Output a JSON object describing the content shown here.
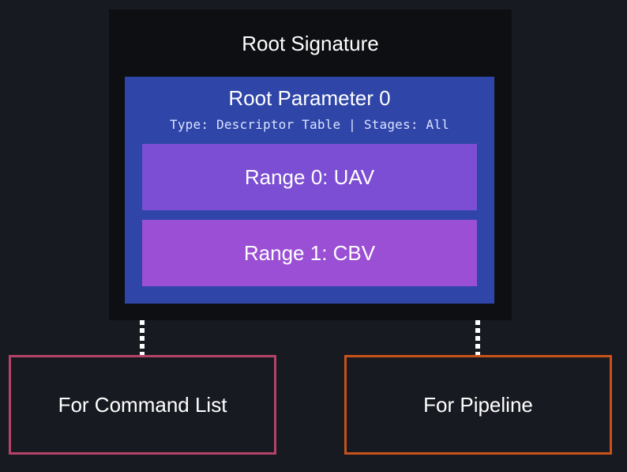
{
  "root_signature": {
    "title": "Root Signature",
    "background_color": "#0e0f12"
  },
  "root_parameter": {
    "title": "Root Parameter 0",
    "subtitle": "Type: Descriptor Table | Stages: All",
    "background_color": "#2f45a8",
    "ranges": [
      {
        "label": "Range 0: UAV",
        "color": "#7b4ed4"
      },
      {
        "label": "Range 1: CBV",
        "color": "#9a4fd5"
      }
    ]
  },
  "targets": [
    {
      "label": "For Command List",
      "border_color": "#b54367"
    },
    {
      "label": "For Pipeline",
      "border_color": "#c8521b"
    }
  ],
  "page_background": "#171a21"
}
